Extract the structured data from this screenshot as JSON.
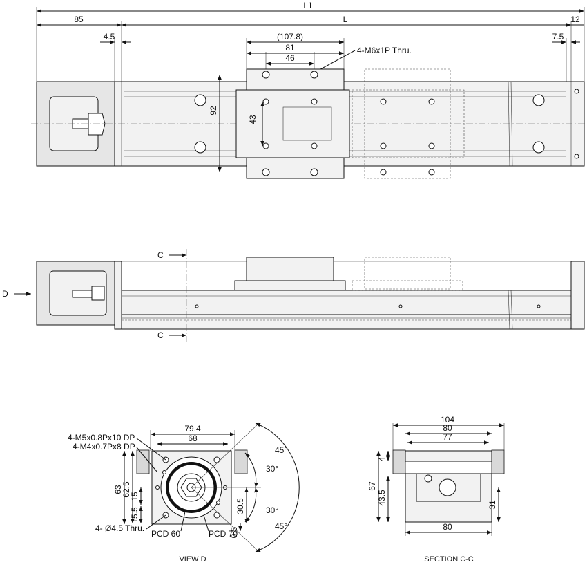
{
  "top_view": {
    "dims": {
      "l1": "L1",
      "l": "L",
      "d85": "85",
      "d12": "12",
      "d4_5": "4.5",
      "d107_8": "(107.8)",
      "d81": "81",
      "d46": "46",
      "d7_5": "7.5",
      "d92": "92",
      "d43": "43"
    },
    "callout": "4-M6x1P Thru."
  },
  "side_view": {
    "section_mark": "C",
    "section_mark_lower": "C",
    "view_mark": "D"
  },
  "view_d": {
    "caption": "VIEW D",
    "callout_m5": "4-M5x0.8Px10 DP",
    "callout_m4": "4-M4x0.7Px8 DP",
    "callout_thru": "4- Ø4.5 Thru.",
    "pcd60": "PCD 60",
    "pcd70": "PCD 70",
    "dims": {
      "d79_4": "79.4",
      "d68": "68",
      "d63": "63",
      "d62_5": "62.5",
      "d15": "15",
      "d15_5": "15.5",
      "d30_5": "30.5",
      "d0_5": "0.5",
      "a45_top": "45°",
      "a30_top": "30°",
      "a30_bot": "30°",
      "a45_bot": "45°"
    }
  },
  "section_cc": {
    "caption": "SECTION C-C",
    "dims": {
      "d104": "104",
      "d80_top": "80",
      "d77": "77",
      "d4": "4",
      "d67": "67",
      "d43_5": "43.5",
      "d31": "31",
      "d80_bottom": "80"
    }
  }
}
